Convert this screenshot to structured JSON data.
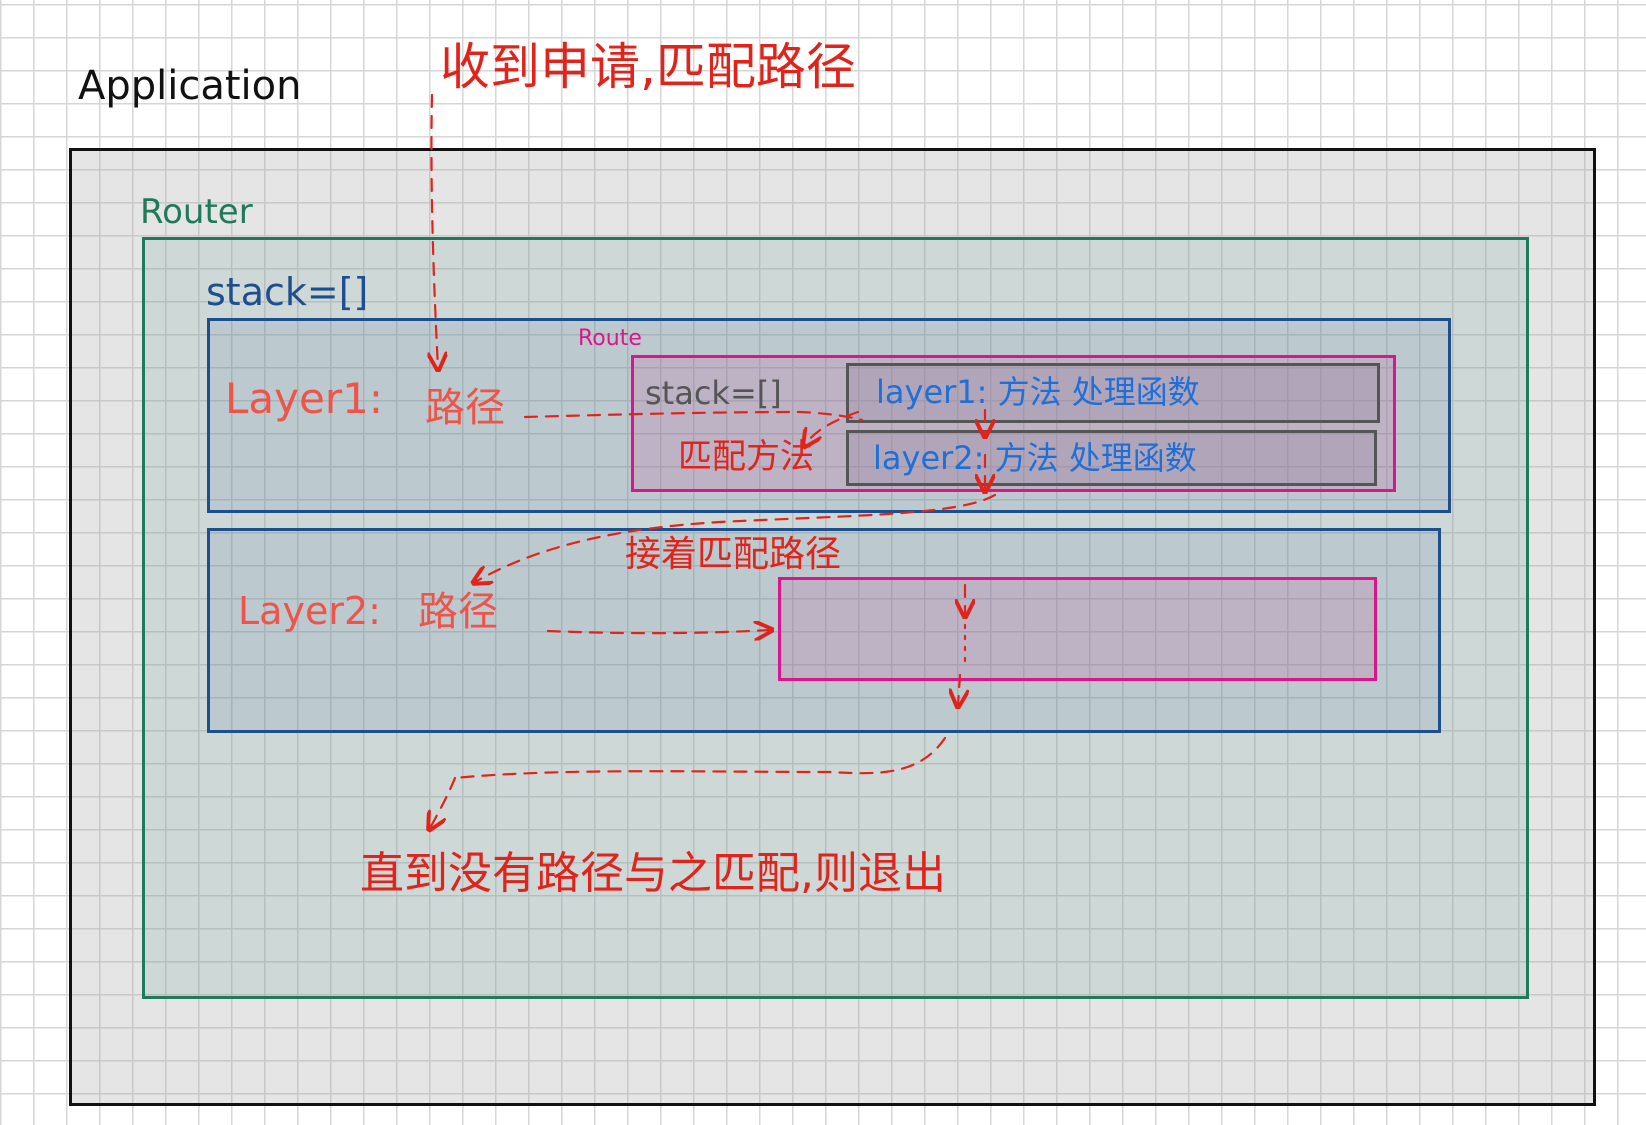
{
  "labels": {
    "application": "Application",
    "router": "Router",
    "router_stack": "stack=[]",
    "top_note": "收到申请,匹配路径",
    "layer1": "Layer1:",
    "layer1_path": "路径",
    "route": "Route",
    "route_stack": "stack=[]",
    "match_method": "匹配方法",
    "sub_layer1": "layer1: 方法 处理函数",
    "sub_layer2": "layer2: 方法 处理函数",
    "continue_note": "接着匹配路径",
    "layer2": "Layer2:",
    "layer2_path": "路径",
    "bottom_note": "直到没有路径与之匹配,则退出"
  },
  "colors": {
    "app_border": "#111111",
    "router": "#1f7a5a",
    "layer_border": "#1d4f8f",
    "route": "#d8188a",
    "annotation": "#e0241b",
    "layer_label": "#ee5448",
    "sub_layer_border": "#555555",
    "sub_layer_text": "#1f6fd8"
  }
}
